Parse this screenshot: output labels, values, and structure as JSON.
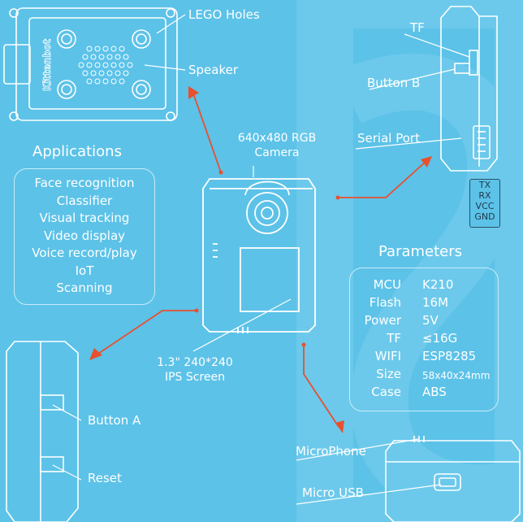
{
  "labels": {
    "lego_holes": "LEGO Holes",
    "speaker": "Speaker",
    "tf": "TF",
    "button_b": "Button B",
    "serial_port": "Serial Port",
    "camera_line1": "640x480 RGB",
    "camera_line2": "Camera",
    "screen_line1": "1.3\" 240*240",
    "screen_line2": "IPS Screen",
    "button_a": "Button A",
    "reset": "Reset",
    "microphone": "MicroPhone",
    "micro_usb": "Micro USB",
    "brand": "Kittenbot"
  },
  "pins": [
    "TX",
    "RX",
    "VCC",
    "GND"
  ],
  "applications": {
    "title": "Applications",
    "items": [
      "Face recognition",
      "Classifier",
      "Visual tracking",
      "Video display",
      "Voice record/play",
      "IoT",
      "Scanning"
    ]
  },
  "parameters": {
    "title": "Parameters",
    "rows": [
      {
        "key": "MCU",
        "value": "K210"
      },
      {
        "key": "Flash",
        "value": "16M"
      },
      {
        "key": "Power",
        "value": "5V"
      },
      {
        "key": "TF",
        "value": "≤16G"
      },
      {
        "key": "WIFI",
        "value": "ESP8285"
      },
      {
        "key": "Size",
        "value": "58x40x24mm"
      },
      {
        "key": "Case",
        "value": "ABS"
      }
    ]
  },
  "colors": {
    "background": "#5cc2e8",
    "arrow": "#e8502e",
    "line": "#ffffff"
  }
}
